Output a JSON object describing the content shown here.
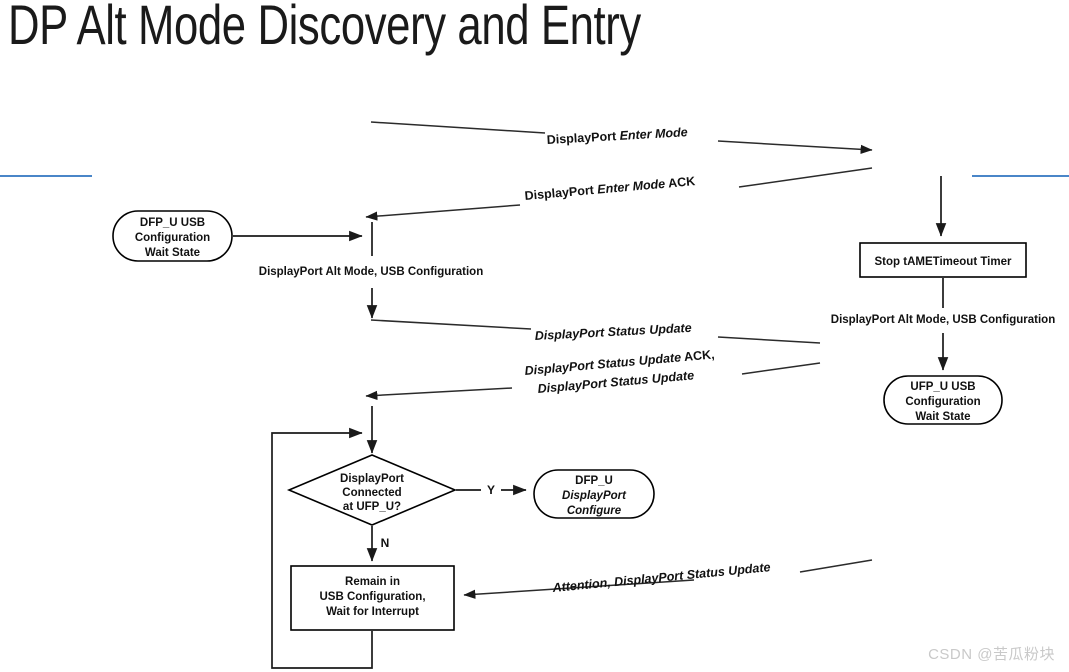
{
  "slide": {
    "title": "DP Alt Mode Discovery and Entry",
    "watermark": "CSDN @苦瓜粉块",
    "accent_color": "#4a86c8",
    "line_color": "#1a1a1a",
    "background": "#ffffff"
  },
  "diagram": {
    "type": "sequence-flowchart",
    "nodes": [
      {
        "id": "dfp-wait-state",
        "shape": "rounded-rect",
        "lines": [
          "DFP_U USB",
          "Configuration",
          "Wait State"
        ],
        "styles": [
          "reg",
          "reg",
          "reg"
        ]
      },
      {
        "id": "stop-tame-timer",
        "shape": "rect",
        "lines": [
          "Stop tAMETimeout Timer"
        ],
        "styles": [
          "reg"
        ]
      },
      {
        "id": "ufp-wait-state",
        "shape": "rounded-rect",
        "lines": [
          "UFP_U USB",
          "Configuration",
          "Wait State"
        ],
        "styles": [
          "reg",
          "reg",
          "reg"
        ]
      },
      {
        "id": "dp-connected-decision",
        "shape": "diamond",
        "lines": [
          "DisplayPort",
          "Connected",
          "at UFP_U?"
        ],
        "styles": [
          "reg",
          "reg",
          "reg"
        ]
      },
      {
        "id": "dfp-dp-configure",
        "shape": "rounded-rect",
        "lines": [
          "DFP_U",
          "DisplayPort",
          "Configure"
        ],
        "styles": [
          "reg",
          "bi",
          "bi"
        ]
      },
      {
        "id": "remain-usb-config",
        "shape": "rect",
        "lines": [
          "Remain in",
          "USB Configuration,",
          "Wait for Interrupt"
        ],
        "styles": [
          "reg",
          "reg",
          "reg"
        ]
      }
    ],
    "messages": [
      {
        "id": "enter-mode",
        "direction": "right",
        "segments": [
          {
            "text": "DisplayPort ",
            "bold_italic": false
          },
          {
            "text": "Enter Mode",
            "bold_italic": true
          }
        ]
      },
      {
        "id": "enter-mode-ack",
        "direction": "left",
        "segments": [
          {
            "text": "DisplayPort ",
            "bold_italic": false
          },
          {
            "text": "Enter Mode",
            "bold_italic": true
          },
          {
            "text": " ACK",
            "bold_italic": false
          }
        ]
      },
      {
        "id": "status-update",
        "direction": "right",
        "segments": [
          {
            "text": "DisplayPort Status Update",
            "bold_italic": true
          }
        ]
      },
      {
        "id": "status-update-ack-line1",
        "direction": "left",
        "segments": [
          {
            "text": "DisplayPort Status Update",
            "bold_italic": true
          },
          {
            "text": " ACK,",
            "bold_italic": false
          }
        ]
      },
      {
        "id": "status-update-ack-line2",
        "direction": "left",
        "segments": [
          {
            "text": "DisplayPort Status Update",
            "bold_italic": true
          }
        ]
      },
      {
        "id": "attention-status-update",
        "direction": "left",
        "segments": [
          {
            "text": "Attention, DisplayPort Status Update",
            "bold_italic": true
          }
        ]
      }
    ],
    "lane_labels": [
      {
        "id": "left-lane-config",
        "text": "DisplayPort Alt Mode, USB Configuration"
      },
      {
        "id": "right-lane-config",
        "text": "DisplayPort Alt Mode, USB Configuration"
      }
    ],
    "branch_labels": [
      {
        "id": "yes-branch",
        "text": "Y"
      },
      {
        "id": "no-branch",
        "text": "N"
      }
    ]
  },
  "text": {
    "enter_mode_prefix": "DisplayPort ",
    "enter_mode_bold": "Enter Mode",
    "ack_suffix": " ACK",
    "status_update": "DisplayPort Status Update",
    "ack_comma": " ACK,",
    "attention": "Attention, DisplayPort Status Update",
    "alt_mode_config": "DisplayPort Alt Mode, USB Configuration",
    "stop_timer": "Stop tAMETimeout Timer",
    "dfp_line1": "DFP_U USB",
    "config_line": "Configuration",
    "wait_state_line": "Wait State",
    "ufp_line1": "UFP_U USB",
    "decision_l1": "DisplayPort",
    "decision_l2": "Connected",
    "decision_l3": "at UFP_U?",
    "dfp_u": "DFP_U",
    "displayport": "DisplayPort",
    "configure": "Configure",
    "remain_l1": "Remain in",
    "remain_l2": "USB Configuration,",
    "remain_l3": "Wait for Interrupt",
    "y_label": "Y",
    "n_label": "N"
  }
}
